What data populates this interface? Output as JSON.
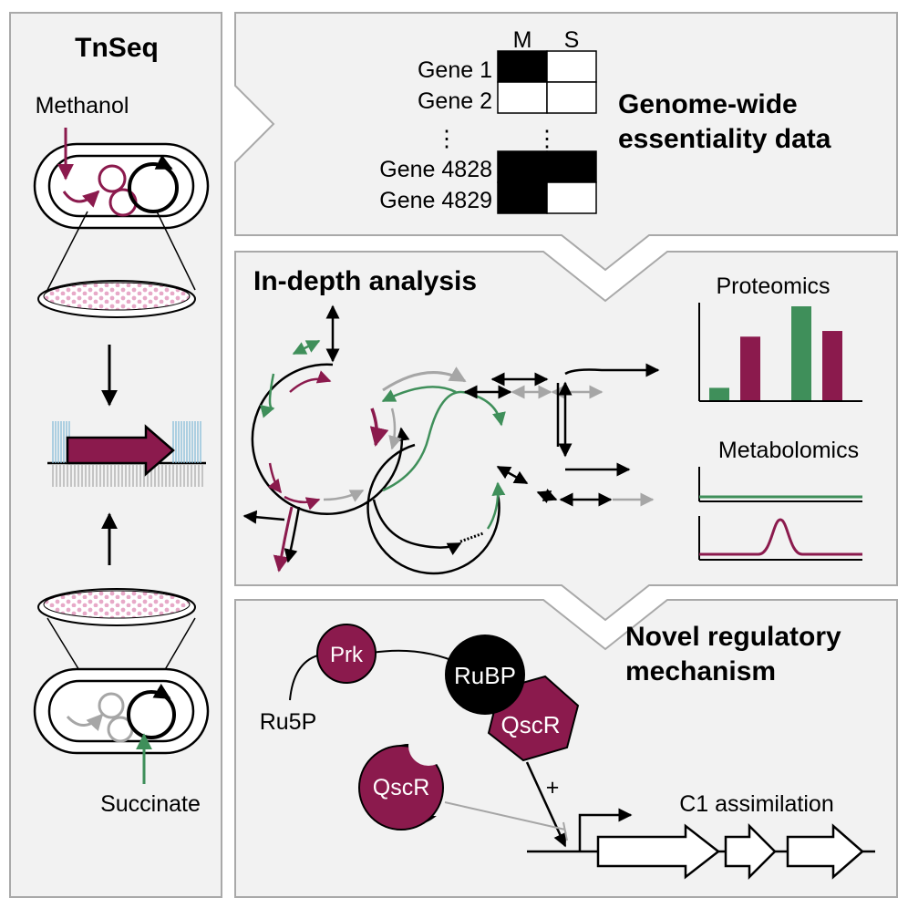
{
  "left_panel": {
    "title": "TnSeq",
    "top_label": "Methanol",
    "bottom_label": "Succinate"
  },
  "essentiality": {
    "title_line1": "Genome-wide",
    "title_line2": "essentiality data",
    "columns": [
      "M",
      "S"
    ],
    "genes": [
      {
        "name": "Gene 1",
        "cells": [
          1,
          0
        ]
      },
      {
        "name": "Gene 2",
        "cells": [
          0,
          0
        ]
      },
      {
        "name": "Gene 4828",
        "cells": [
          1,
          1
        ]
      },
      {
        "name": "Gene 4829",
        "cells": [
          1,
          0
        ]
      }
    ],
    "ellipsis": "⋮"
  },
  "analysis": {
    "title": "In-depth analysis",
    "proteomics": {
      "title": "Proteomics",
      "bars": [
        {
          "series": "green",
          "value": 0.14
        },
        {
          "series": "maroon",
          "value": 0.68
        },
        {
          "series": "green",
          "value": 1.0
        },
        {
          "series": "maroon",
          "value": 0.74
        }
      ]
    },
    "metabolomics": {
      "title": "Metabolomics"
    }
  },
  "regulatory": {
    "title_line1": "Novel regulatory",
    "title_line2": "mechanism",
    "prk": "Prk",
    "rubp": "RuBP",
    "qscr_bound": "QscR",
    "qscr_free": "QscR",
    "ru5p": "Ru5P",
    "activation": "+",
    "c1_label": "C1 assimilation"
  },
  "colors": {
    "maroon": "#8b1a4d",
    "green": "#3f8f5a",
    "panel": "#f2f2f2",
    "border": "#a9a9a9",
    "gray": "#a6a6a6",
    "cyan": "#7fb8d6",
    "dish": "#f5c7dd"
  }
}
